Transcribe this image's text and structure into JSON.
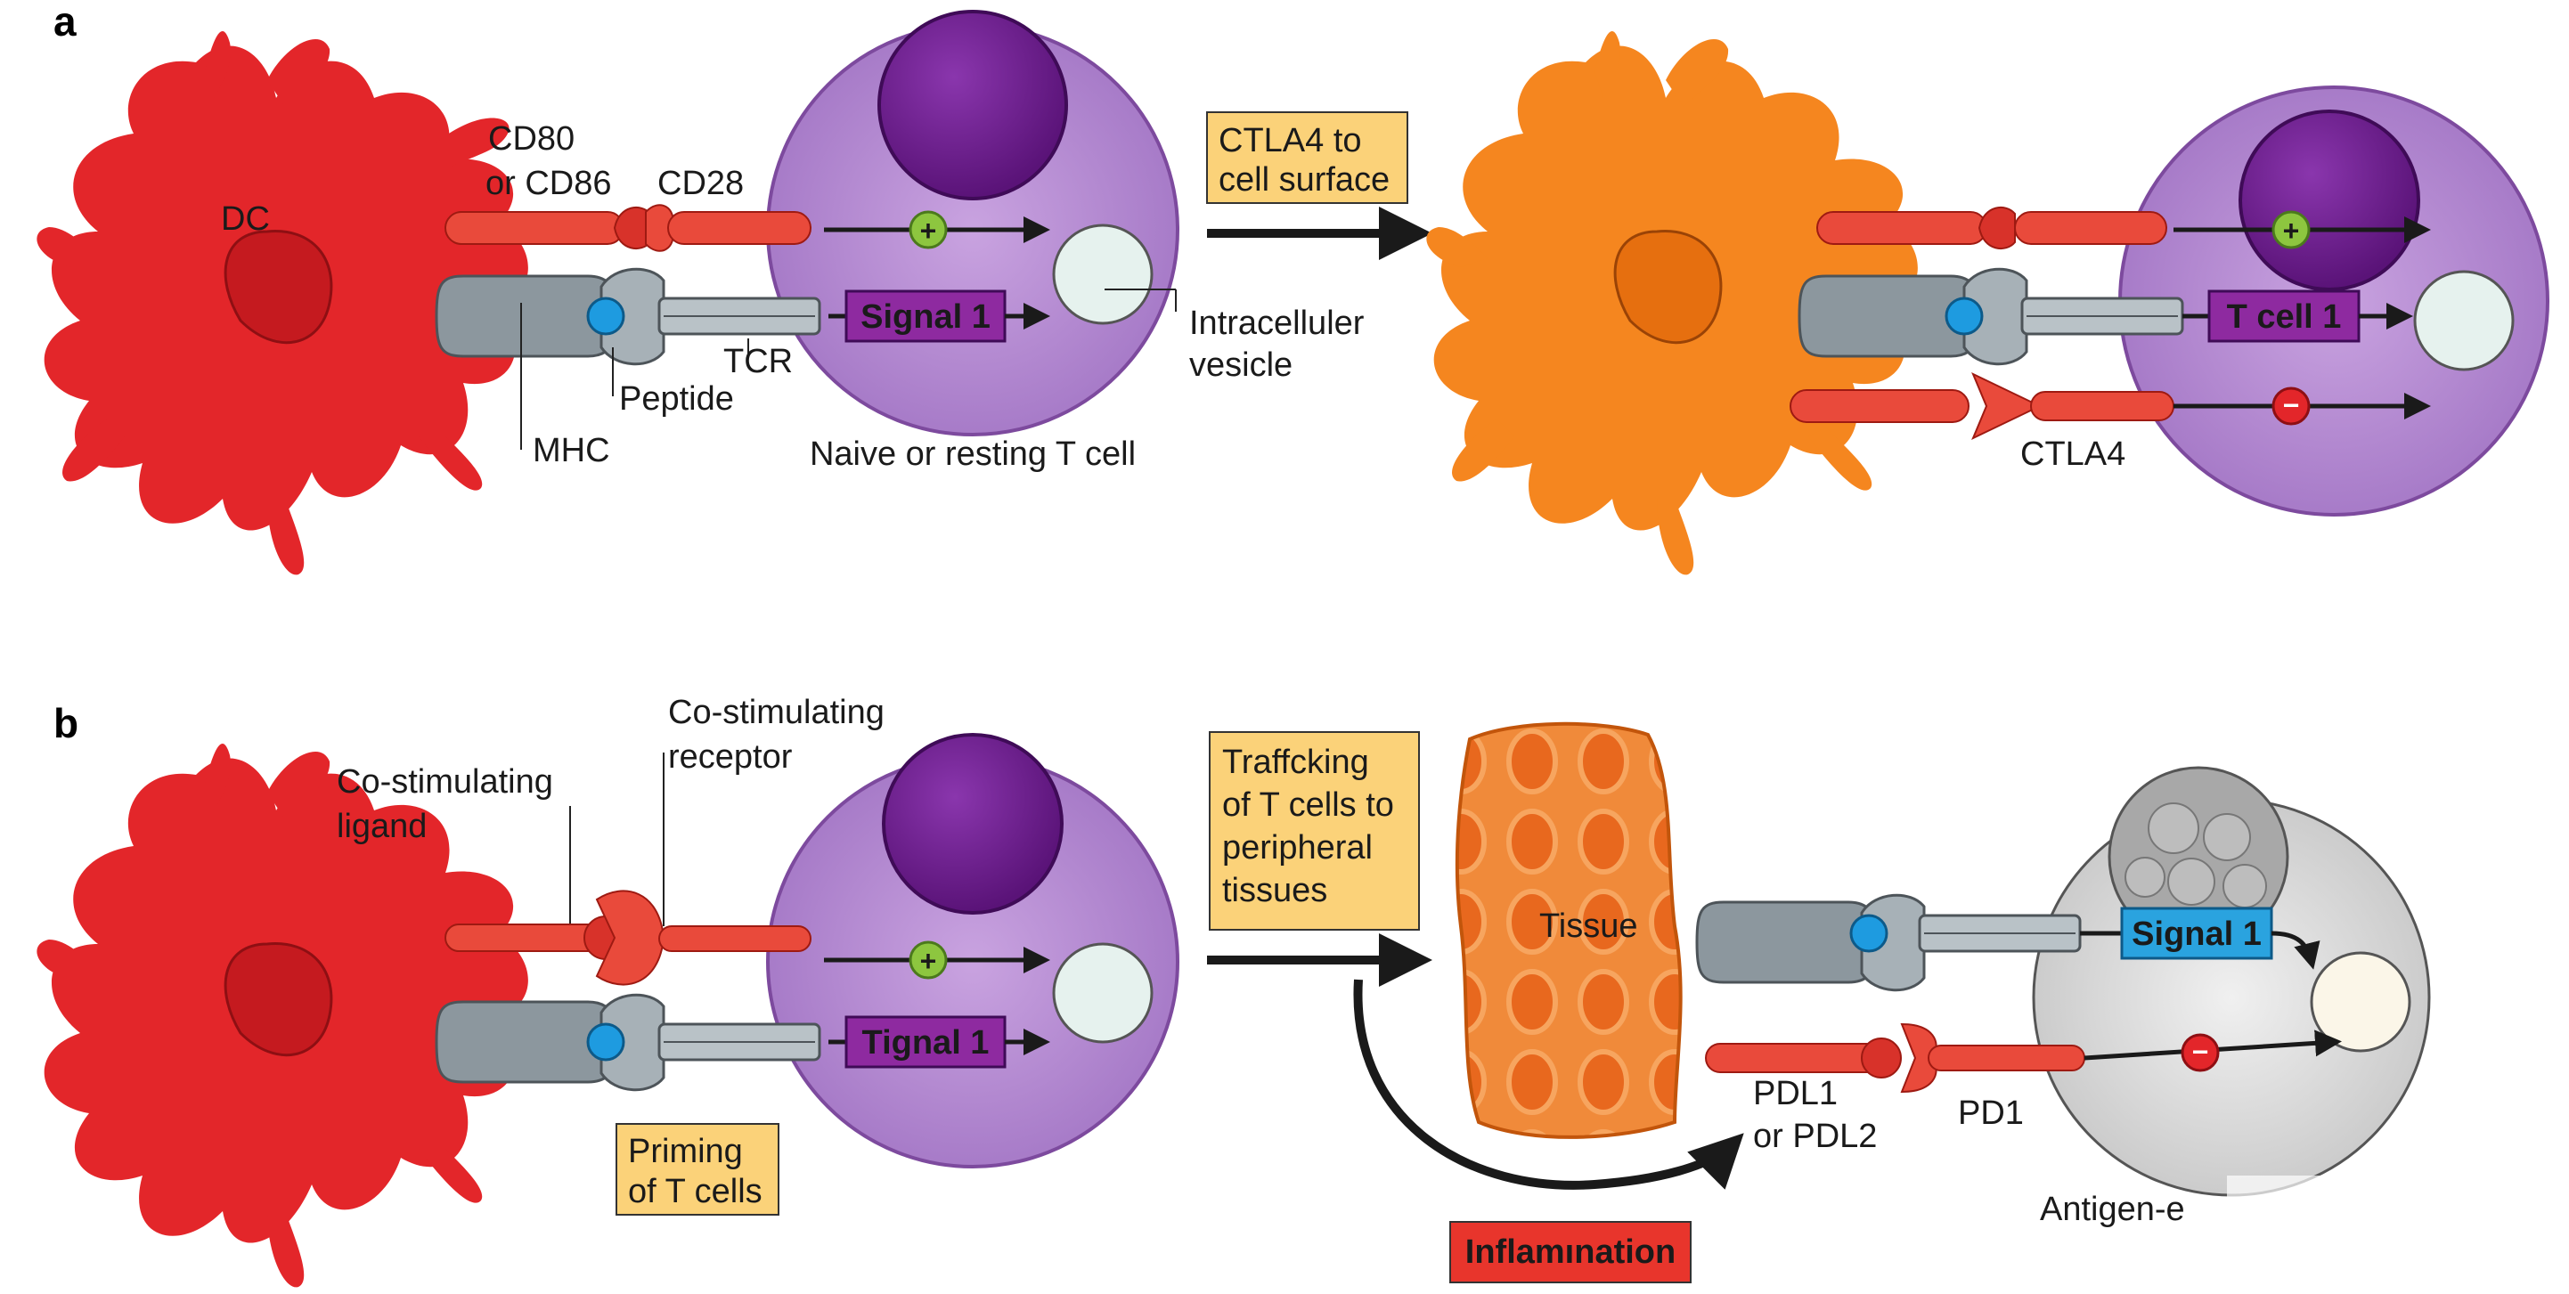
{
  "panels": {
    "a": "a",
    "b": "b"
  },
  "panel_a": {
    "dc_label": "DC",
    "cd80_line1": "CD80",
    "cd80_line2": "or CD86",
    "cd28_label": "CD28",
    "peptide_label": "Peptide",
    "mhc_label": "MHC",
    "tcr_label": "TCR",
    "signal1_label": "Signal 1",
    "naive_tcell_label": "Naive or resting T cell",
    "vesicle_line1": "Intracelluler",
    "vesicle_line2": "vesicle",
    "transition_line1": "CTLA4 to",
    "transition_line2": "cell surface",
    "tcell1_label": "T cell 1",
    "ctla4_label": "CTLA4"
  },
  "panel_b": {
    "ligand_line1": "Co-stimulating",
    "ligand_line2": "ligand",
    "receptor_line1": "Co-stimulating",
    "receptor_line2": "receptor",
    "signal_label": "Tignal 1",
    "priming_line1": "Priming",
    "priming_line2": "of T cells",
    "trafficking_line1": "Traffcking",
    "trafficking_line2": "of T cells to",
    "trafficking_line3": "peripheral",
    "trafficking_line4": "tissues",
    "tissue_label": "Tissue",
    "inflammation_label": "Inflamınation",
    "signal1_label": "Signal 1",
    "pdl_line1": "PDL1",
    "pdl_line2": "or PDL2",
    "pd1_label": "PD1",
    "antigen_label": "Antigen-e"
  },
  "colors": {
    "dc_red": "#e3262a",
    "dc_orange": "#f5861f",
    "tcell_purple": "#b88bd4",
    "nucleus_purple": "#6a1f8c",
    "signal_box": "#8e2aa0",
    "signal_box_blue": "#2aa3df",
    "note_box": "#fbd279",
    "inflammation_box": "#e8352c",
    "mhc_grey": "#8c979e",
    "peptide_blue": "#1e9be0",
    "plus_green": "#8dc63f",
    "minus_red": "#e3262a"
  }
}
